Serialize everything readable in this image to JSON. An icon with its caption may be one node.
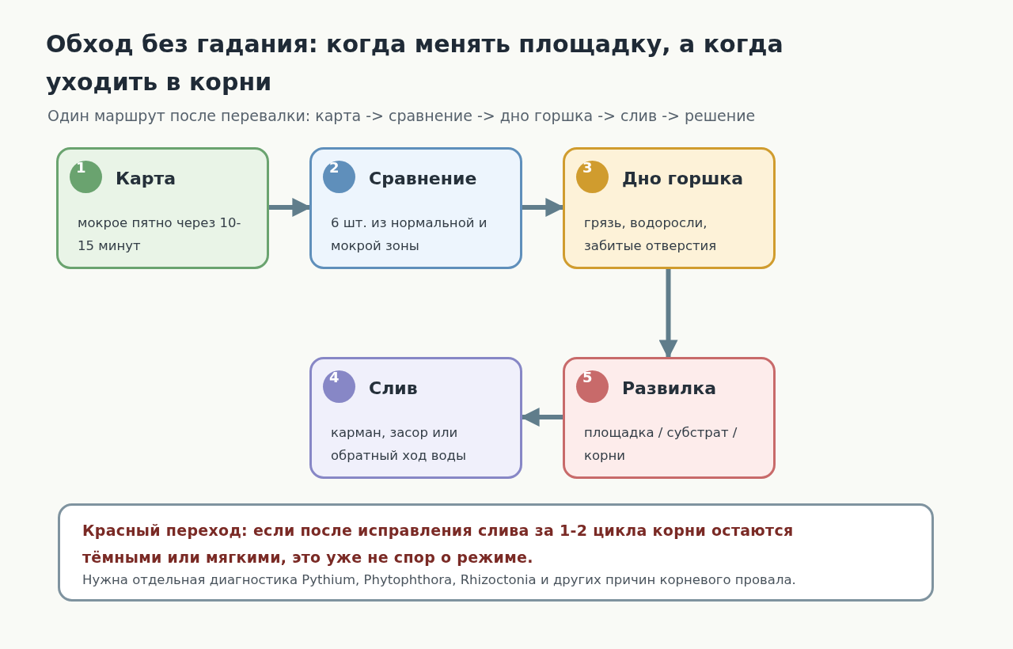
{
  "diagram": {
    "title": "Обход без гадания: когда менять площадку, а когда уходить в корни",
    "caption": "Один маршрут после перевалки: карта -> сравнение -> дно горшка -> слив -> решение",
    "nodes": [
      {
        "text": [
          "1",
          "Карта",
          "мокрое пятно через 10-15 минут"
        ]
      },
      {
        "text": [
          "2",
          "Сравнение",
          "6 шт. из нормальной и мокрой зоны"
        ]
      },
      {
        "text": [
          "3",
          "Дно горшка",
          "грязь, водоросли, забитые отверстия"
        ]
      },
      {
        "text": [
          "4",
          "Слив",
          "карман, засор или обратный ход воды"
        ]
      },
      {
        "text": [
          "5",
          "Развилка",
          "площадка / субстрат / корни"
        ]
      },
      {
        "text": [
          "Красный переход: если после исправления слива за 1-2 цикла корни остаются тёмными или мягкими, это уже не спор о режиме.",
          "Нужна отдельная диагностика Pythium, Phytophthora, Rhizoctonia и других причин корневого провала."
        ]
      }
    ],
    "edges": [
      {
        "from": 0,
        "to": 1,
        "arrow": "to"
      },
      {
        "from": 1,
        "to": 2,
        "arrow": "to"
      },
      {
        "from": 2,
        "to": 4,
        "arrow": "to"
      },
      {
        "from": 4,
        "to": 3,
        "arrow": "to"
      }
    ]
  }
}
